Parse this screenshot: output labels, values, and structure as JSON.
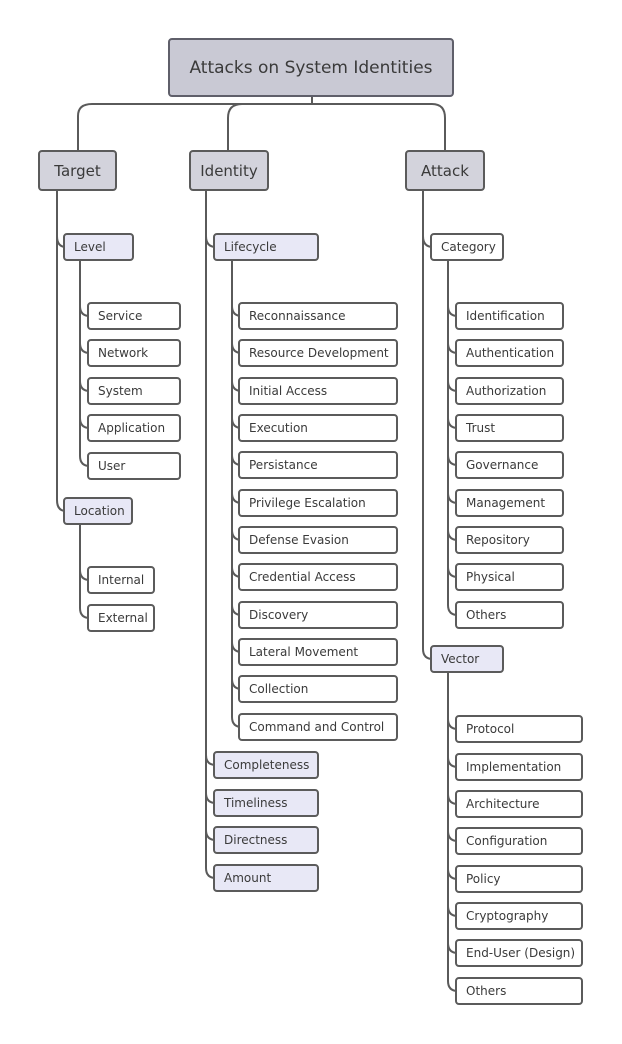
{
  "root": "Attacks on System Identities",
  "target": {
    "label": "Target",
    "level": {
      "label": "Level",
      "items": [
        "Service",
        "Network",
        "System",
        "Application",
        "User"
      ]
    },
    "location": {
      "label": "Location",
      "items": [
        "Internal",
        "External"
      ]
    }
  },
  "identity": {
    "label": "Identity",
    "lifecycle": {
      "label": "Lifecycle",
      "items": [
        "Reconnaissance",
        "Resource Development",
        "Initial Access",
        "Execution",
        "Persistance",
        "Privilege Escalation",
        "Defense Evasion",
        "Credential Access",
        "Discovery",
        "Lateral Movement",
        "Collection",
        "Command and Control"
      ]
    },
    "others": [
      "Completeness",
      "Timeliness",
      "Directness",
      "Amount"
    ]
  },
  "attack": {
    "label": "Attack",
    "category": {
      "label": "Category",
      "items": [
        "Identification",
        "Authentication",
        "Authorization",
        "Trust",
        "Governance",
        "Management",
        "Repository",
        "Physical",
        "Others"
      ]
    },
    "vector": {
      "label": "Vector",
      "items": [
        "Protocol",
        "Implementation",
        "Architecture",
        "Configuration",
        "Policy",
        "Cryptography",
        "End-User (Design)",
        "Others"
      ]
    }
  }
}
